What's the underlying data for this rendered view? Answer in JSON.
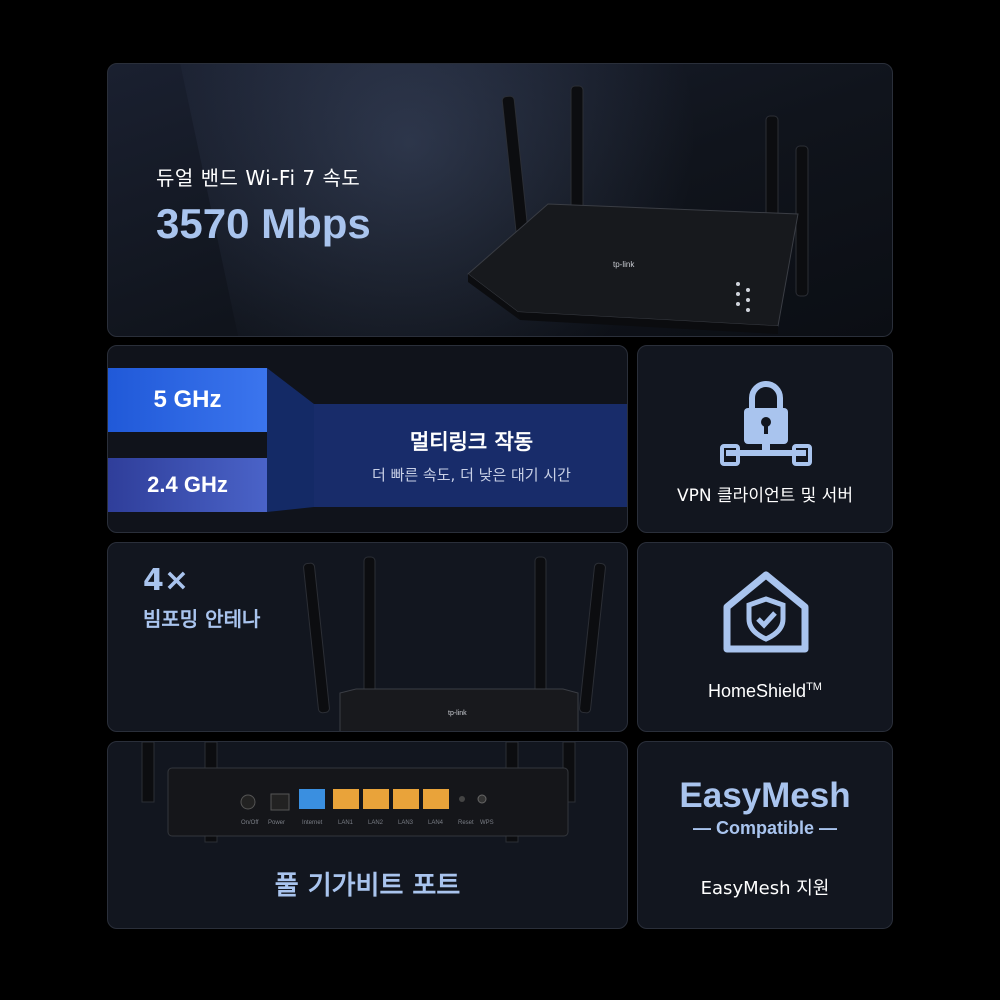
{
  "hero": {
    "subtitle": "듀얼 밴드 Wi-Fi 7 속도",
    "speed": "3570 Mbps",
    "logo": "tp-link"
  },
  "bands": {
    "band_5": "5 GHz",
    "band_24": "2.4 GHz",
    "title": "멀티링크 작동",
    "subtitle": "더 빠른 속도, 더 낮은 대기 시간"
  },
  "vpn": {
    "label": "VPN 클라이언트 및 서버",
    "icon": "lock-network-icon"
  },
  "antenna": {
    "count": "4×",
    "label": "빔포밍 안테나"
  },
  "homeshield": {
    "label": "HomeShield",
    "tm": "TM",
    "icon": "shield-house-icon"
  },
  "ports": {
    "label": "풀 기가비트 포트",
    "port_labels": [
      "On/Off",
      "Power",
      "Internet",
      "LAN1",
      "LAN2",
      "LAN3",
      "LAN4",
      "Reset",
      "WPS"
    ]
  },
  "mesh": {
    "title": "EasyMesh",
    "compat": "— Compatible —",
    "label": "EasyMesh 지원"
  },
  "colors": {
    "accent": "#a9c4ee",
    "blue5": "#3b75ee",
    "blue24": "#4a63c8",
    "panel": "#182c6a",
    "lan": "#e9a33a",
    "wan": "#3a8fe0"
  }
}
